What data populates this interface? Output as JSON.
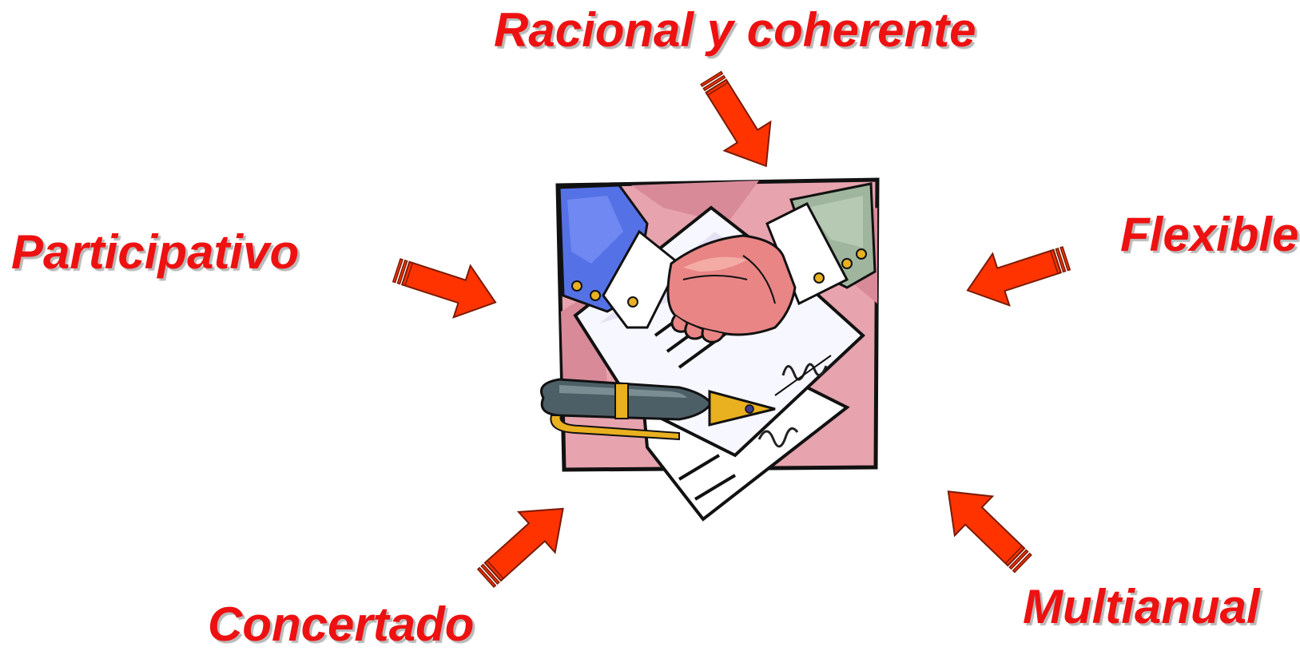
{
  "labels": {
    "top": "Racional y coherente",
    "left": "Participativo",
    "right": "Flexible",
    "bottom_left": "Concertado",
    "bottom_right": "Multianual"
  },
  "colors": {
    "label_text": "#ee1111",
    "arrow_fill": "#ff3300",
    "arrow_outline": "#7a1a00",
    "clipart_background": "#e7a3ae",
    "left_sleeve": "#5571e6",
    "right_sleeve": "#9fb59d",
    "pen_body": "#4d5f66",
    "pen_gold": "#e9b020"
  },
  "icons": {
    "arrows": "thick-arrow-icon",
    "center": "handshake-contract-icon"
  }
}
